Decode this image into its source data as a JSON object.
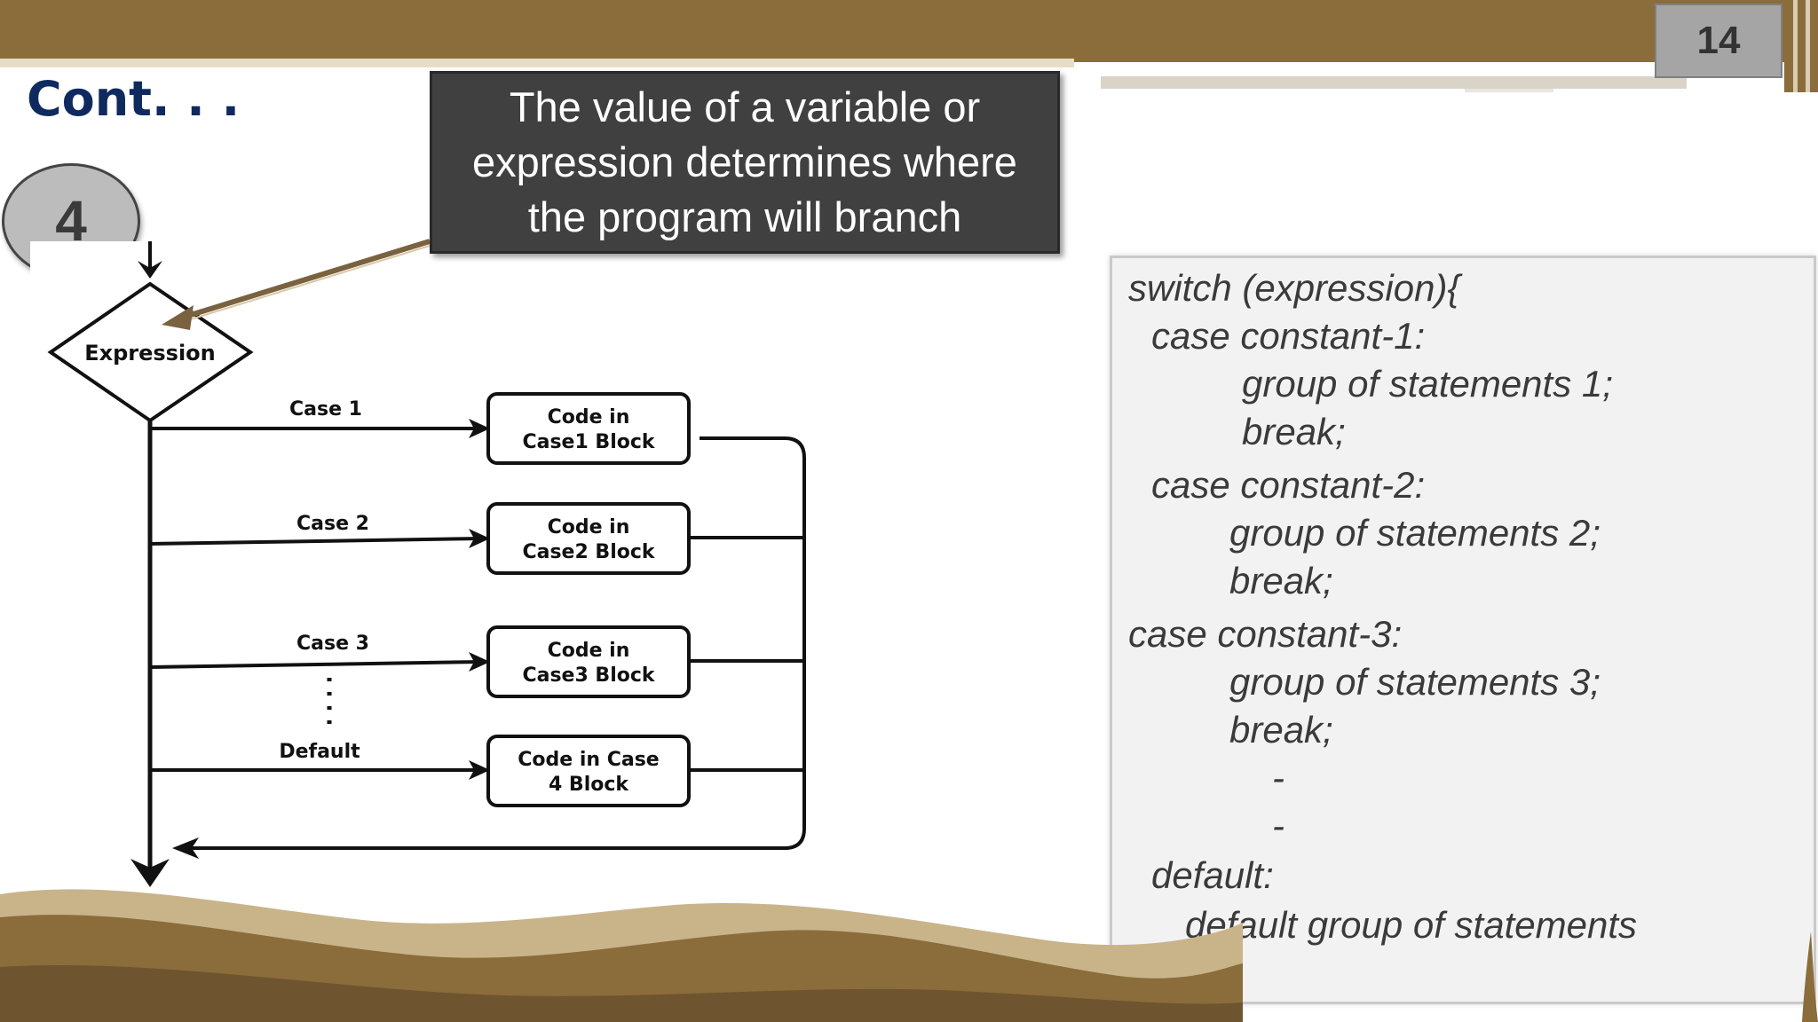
{
  "slide": {
    "page_number": "14",
    "title": "Cont. . .",
    "step_number": "4",
    "callout": "The value of a variable or expression determines where the program will branch"
  },
  "flowchart": {
    "decision": "Expression",
    "cases": [
      {
        "label": "Case 1",
        "block_line1": "Code in",
        "block_line2": "Case1 Block"
      },
      {
        "label": "Case 2",
        "block_line1": "Code in",
        "block_line2": "Case2 Block"
      },
      {
        "label": "Case 3",
        "block_line1": "Code in",
        "block_line2": "Case3 Block"
      },
      {
        "label": "Default",
        "block_line1": "Code in Case",
        "block_line2": "4 Block"
      }
    ]
  },
  "code": {
    "lines": [
      "switch (expression){",
      "case constant-1:",
      "group of statements 1;",
      "break;",
      "case constant-2:",
      "group of statements 2;",
      "break;",
      "case constant-3:",
      "group of statements 3;",
      "break;",
      "-",
      "-",
      "default:",
      "default group of statements",
      "}"
    ]
  },
  "colors": {
    "brand_brown": "#8a6d3b",
    "title_blue": "#0e2a5e",
    "callout_bg": "#404040",
    "code_panel_bg": "#f2f2f2"
  }
}
